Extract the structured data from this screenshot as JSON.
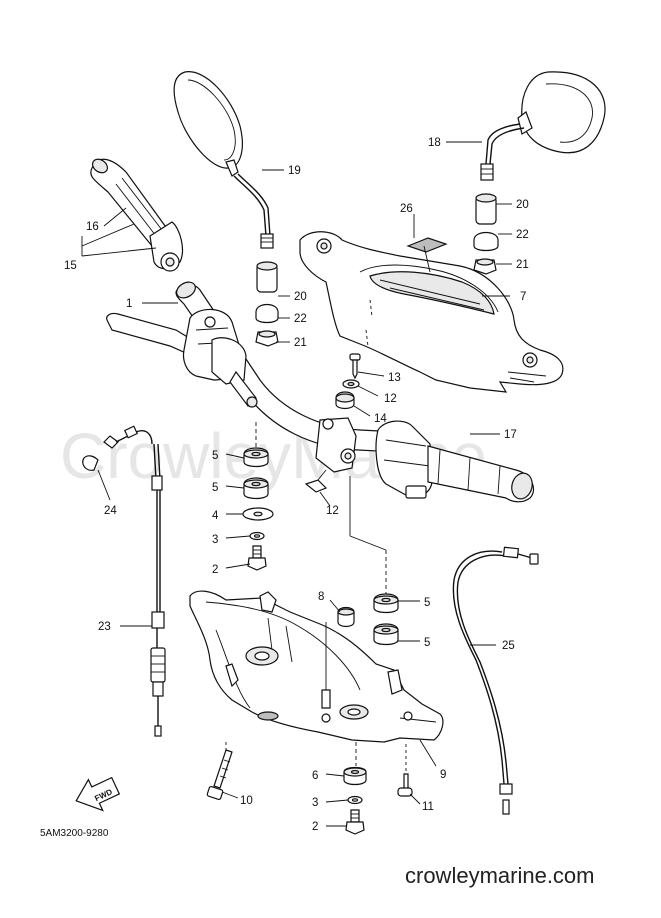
{
  "watermark": "CrowleyMarine",
  "site_url": "crowleymarine.com",
  "diagram_code": "5AM3200-9280",
  "fwd_label": "FWD",
  "callouts": [
    "1",
    "2",
    "2",
    "3",
    "3",
    "4",
    "5",
    "5",
    "5",
    "5",
    "6",
    "7",
    "8",
    "9",
    "10",
    "11",
    "12",
    "12",
    "13",
    "14",
    "15",
    "16",
    "17",
    "18",
    "19",
    "20",
    "20",
    "21",
    "21",
    "22",
    "22",
    "23",
    "24",
    "25",
    "26"
  ]
}
